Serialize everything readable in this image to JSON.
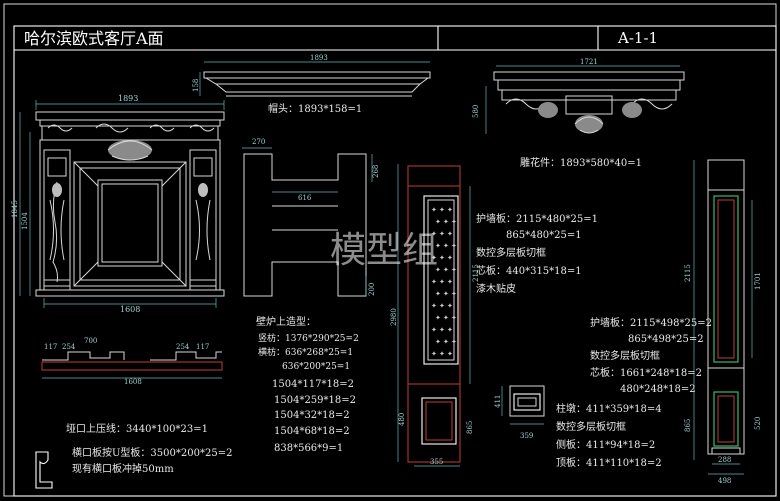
{
  "sheet": {
    "title": "哈尔滨欧式客厅A面",
    "code": "A-1-1",
    "watermark": "模型组"
  },
  "fireplace": {
    "width": "1893",
    "height_total": "1845",
    "height_inner": "1504",
    "base_width": "1608",
    "plan_width": "1608",
    "plan_dims": [
      "117",
      "254",
      "700",
      "117",
      "254"
    ]
  },
  "cap": {
    "dim_width": "1893",
    "dim_height": "158",
    "label": "帽头：1893*158=1"
  },
  "carving": {
    "dim_width": "1721",
    "dim_height": "580",
    "label": "雕花件：1893*580*40=1"
  },
  "frame": {
    "dims": [
      "270",
      "268",
      "616",
      "200"
    ],
    "notes_title": "壁炉上造型：",
    "notes": [
      "竖枋：1376*290*25=2",
      "横枋：636*268*25=1",
      "636*200*25=1",
      "1504*117*18=2",
      "1504*259*18=2",
      "1504*32*18=2",
      "1504*68*18=2",
      "838*566*9=1"
    ]
  },
  "moulding": {
    "notes": [
      "垭口上压线：3440*100*23=1",
      "横口板按U型板：3500*200*25=2",
      "现有横口板冲掉50mm"
    ]
  },
  "column_left": {
    "dims": [
      "2980",
      "2115",
      "480",
      "865",
      "355",
      "411",
      "359"
    ],
    "notes": [
      "护墙板：2115*480*25=1",
      "865*480*25=1",
      "数控多层板切框",
      "芯板：440*315*18=1",
      "漆木贴皮"
    ]
  },
  "column_right": {
    "dims": [
      "2115",
      "1701",
      "865",
      "520",
      "288",
      "498"
    ],
    "notes": [
      "护墙板：2115*498*25=2",
      "865*498*25=2",
      "数控多层板切框",
      "芯板：1661*248*18=2",
      "480*248*18=2",
      "柱墩：411*359*18=4",
      "数控多层板切框",
      "侧板：411*94*18=2",
      "顶板：411*110*18=2"
    ]
  }
}
